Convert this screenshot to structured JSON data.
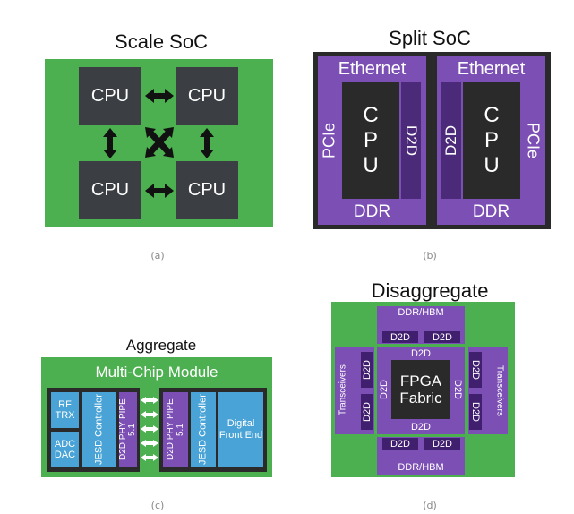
{
  "panel_a": {
    "title": "Scale SoC",
    "cpus": [
      "CPU",
      "CPU",
      "CPU",
      "CPU"
    ],
    "caption": "(a)",
    "colors": {
      "green": "#4caf50",
      "cpu": "#3b3f44"
    }
  },
  "panel_b": {
    "title": "Split SoC",
    "left": {
      "top": "Ethernet",
      "side": "PCIe",
      "inner": "D2D",
      "core": "CPU",
      "bottom": "DDR"
    },
    "right": {
      "top": "Ethernet",
      "side": "PCIe",
      "inner": "D2D",
      "core": "CPU",
      "bottom": "DDR"
    },
    "caption": "(b)",
    "colors": {
      "purple": "#7c4fb4"
    }
  },
  "panel_c": {
    "title": "Aggregate",
    "module": "Multi-Chip Module",
    "left_blocks": {
      "rf": "RF TRX",
      "adc": "ADC DAC",
      "jesd": "JESD Controller",
      "phy": "D2D PHY PIPE 5.1"
    },
    "right_blocks": {
      "phy": "D2D PHY PIPE 5.1",
      "jesd": "JESD Controller",
      "dfe": "Digital Front End"
    },
    "caption": "(c)"
  },
  "panel_d": {
    "title": "Disaggregate",
    "top_label": "DDR/HBM",
    "bottom_label": "DDR/HBM",
    "left_label": "Transceivers",
    "right_label": "Transceivers",
    "fpga": "FPGA Fabric",
    "d2d": "D2D",
    "caption": "(d)"
  }
}
